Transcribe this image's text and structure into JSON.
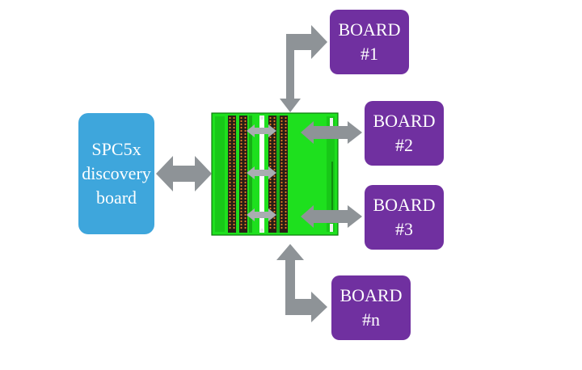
{
  "source_box": {
    "lines": [
      "SPC5x",
      "discovery",
      "board"
    ],
    "color": "#3ea6dc"
  },
  "boards": [
    {
      "lines": [
        "BOARD",
        "#1"
      ]
    },
    {
      "lines": [
        "BOARD",
        "#2"
      ]
    },
    {
      "lines": [
        "BOARD",
        "#3"
      ]
    },
    {
      "lines": [
        "BOARD",
        "#n"
      ]
    }
  ],
  "colors": {
    "board_fill": "#7030a0",
    "arrow": "#8e9397",
    "pcb_green": "#1ee01e",
    "header_strip": "#2a1d16",
    "pad_orange": "#e07a24"
  }
}
